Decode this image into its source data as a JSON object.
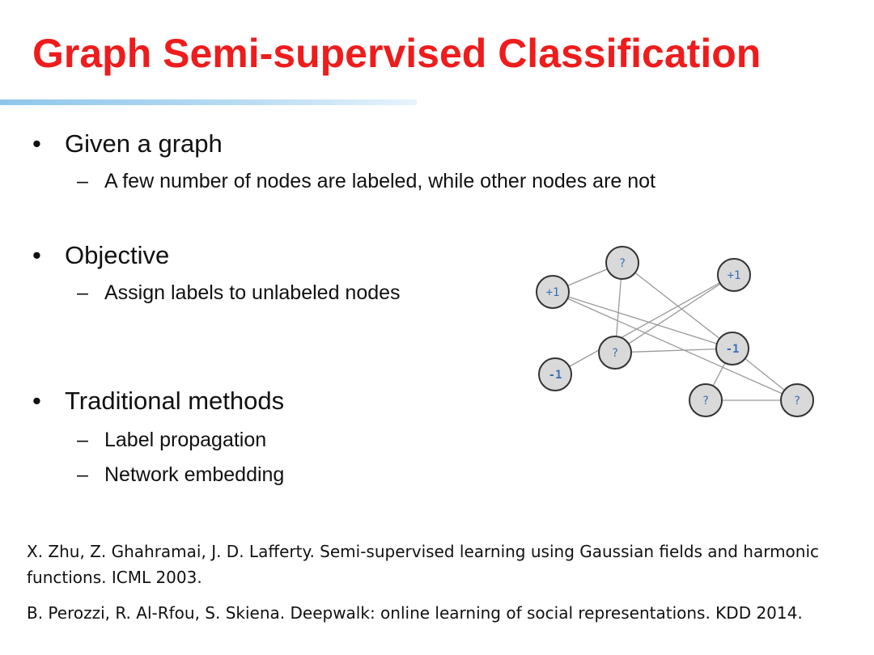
{
  "slide": {
    "title": "Graph Semi-supervised Classification",
    "bullets": [
      {
        "text": "Given a graph",
        "subs": [
          "A few number of nodes are labeled, while other nodes are not"
        ]
      },
      {
        "text": "Objective",
        "subs": [
          "Assign labels to unlabeled nodes"
        ]
      },
      {
        "text": "Traditional methods",
        "subs": [
          "Label propagation",
          "Network embedding"
        ]
      }
    ],
    "bullet_symbol": "•",
    "sub_symbol": "–",
    "references": [
      "X. Zhu, Z. Ghahramai, J. D. Lafferty. Semi-supervised learning using Gaussian fields and harmonic functions. ICML 2003.",
      "B. Perozzi, R. Al-Rfou, S. Skiena. Deepwalk: online learning of social representations. KDD 2014."
    ]
  },
  "graph": {
    "nodes": [
      {
        "id": "n1",
        "label": "?"
      },
      {
        "id": "n2",
        "label": "+1"
      },
      {
        "id": "n3",
        "label": "+1"
      },
      {
        "id": "n4",
        "label": "?"
      },
      {
        "id": "n5",
        "label": "-1"
      },
      {
        "id": "n6",
        "label": "-1"
      },
      {
        "id": "n7",
        "label": "?"
      },
      {
        "id": "n8",
        "label": "?"
      }
    ],
    "edges": [
      [
        "n1",
        "n2"
      ],
      [
        "n1",
        "n4"
      ],
      [
        "n1",
        "n5"
      ],
      [
        "n2",
        "n5"
      ],
      [
        "n2",
        "n8"
      ],
      [
        "n3",
        "n4"
      ],
      [
        "n3",
        "n6"
      ],
      [
        "n4",
        "n5"
      ],
      [
        "n5",
        "n7"
      ],
      [
        "n5",
        "n8"
      ],
      [
        "n7",
        "n8"
      ]
    ],
    "colors": {
      "node_fill": "#d9d9d9",
      "node_stroke": "#333333",
      "edge": "#999999",
      "label": "#3a6fb7"
    }
  }
}
